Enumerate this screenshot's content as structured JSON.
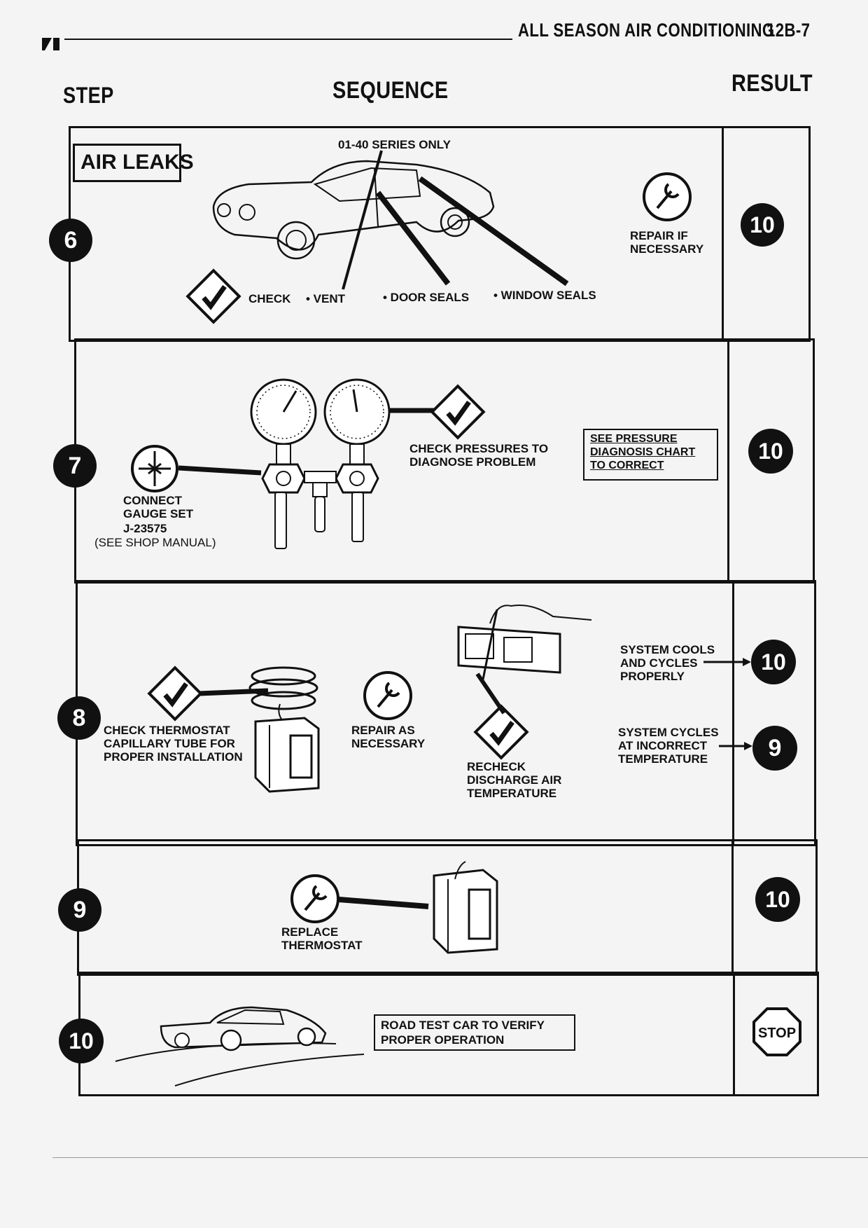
{
  "header": {
    "title": "ALL SEASON AIR CONDITIONING",
    "page_number": "12B-7"
  },
  "columns": {
    "step": "STEP",
    "sequence": "SEQUENCE",
    "result": "RESULT"
  },
  "rows": [
    {
      "step": "6",
      "box_title": "AIR LEAKS",
      "series_note": "01-40 SERIES ONLY",
      "check_label": "CHECK",
      "items": [
        "• VENT",
        "• DOOR SEALS",
        "• WINDOW SEALS"
      ],
      "repair_label": "REPAIR IF NECESSARY",
      "result": "10"
    },
    {
      "step": "7",
      "connect_label": "CONNECT GAUGE SET",
      "tool_number": "J-23575",
      "tool_note": "(SEE SHOP MANUAL)",
      "check_label": "CHECK PRESSURES TO DIAGNOSE PROBLEM",
      "see_chart": "SEE PRESSURE DIAGNOSIS CHART TO CORRECT",
      "result": "10"
    },
    {
      "step": "8",
      "check_label": "CHECK THERMOSTAT CAPILLARY TUBE FOR PROPER INSTALLATION",
      "repair_label": "REPAIR AS NECESSARY",
      "recheck_label": "RECHECK DISCHARGE AIR TEMPERATURE",
      "outcome_a": "SYSTEM COOLS AND CYCLES PROPERLY",
      "result_a": "10",
      "outcome_b": "SYSTEM CYCLES AT INCORRECT TEMPERATURE",
      "result_b": "9"
    },
    {
      "step": "9",
      "replace_label": "REPLACE THERMOSTAT",
      "result": "10"
    },
    {
      "step": "10",
      "road_test": "ROAD TEST CAR TO VERIFY PROPER OPERATION",
      "result": "STOP"
    }
  ],
  "icons": [
    "check-diamond-icon",
    "wrench-icon",
    "gauge-connect-icon",
    "stop-sign-icon",
    "car-icon",
    "manifold-gauge-icon",
    "thermostat-icon"
  ]
}
